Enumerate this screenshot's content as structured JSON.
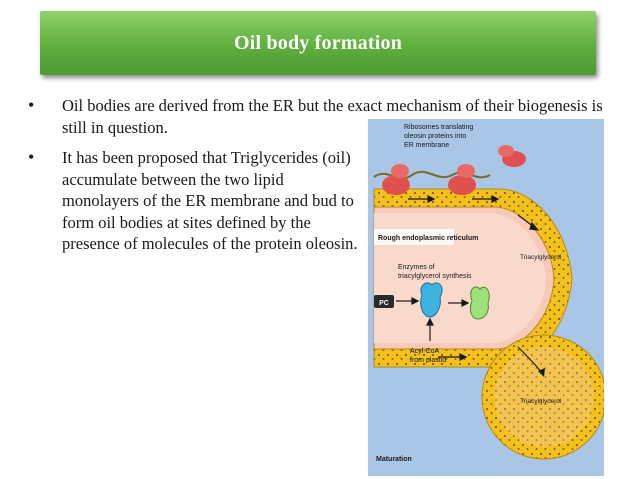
{
  "slide": {
    "title": "Oil body formation",
    "bullets": [
      "Oil bodies are derived from the ER but the exact mechanism of their biogenesis is still in question.",
      "It has been proposed that Triglycerides (oil) accumulate between the two lipid monolayers of the ER membrane and bud to form oil bodies at sites defined by the presence of molecules of the protein oleosin."
    ]
  },
  "figure": {
    "labels": {
      "ribosomes": [
        "Ribosomes translating",
        "oleosin proteins into",
        "ER membrane"
      ],
      "rough_er": "Rough endoplasmic reticulum",
      "triacylglycerol": "Triacylglycerol",
      "enzymes": [
        "Enzymes of",
        "triacylglycerol synthesis"
      ],
      "pc": "PC",
      "acylcoa": [
        "Acyl-CoA",
        "from plastid"
      ],
      "triacylglycerol_2": "Triacylglycerol",
      "maturation": "Maturation"
    }
  },
  "colors": {
    "title_green": "#5fae3e",
    "membrane_yellow": "#f2c21a",
    "lumen_pink": "#f6c9b8",
    "ribosome_red": "#e0504f",
    "background_blue": "#a9c6e6"
  }
}
